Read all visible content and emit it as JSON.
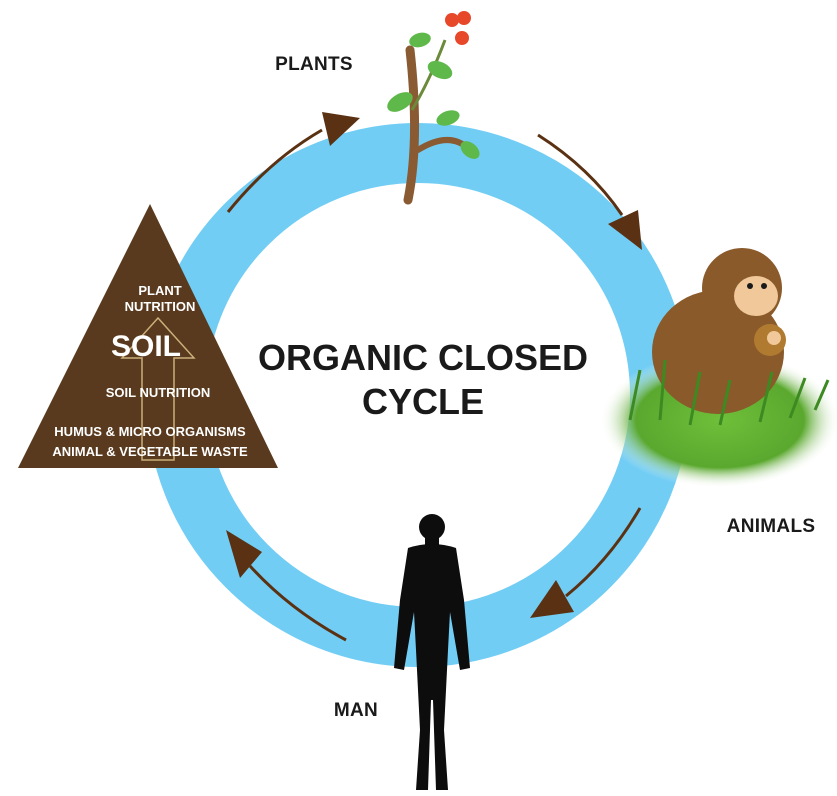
{
  "center_title": [
    "ORGANIC CLOSED",
    "CYCLE"
  ],
  "nodes": {
    "plants": "PLANTS",
    "animals": "ANIMALS",
    "man": "MAN"
  },
  "soil_triangle": {
    "plant_nutrition": [
      "PLANT",
      "NUTRITION"
    ],
    "soil": "SOIL",
    "soil_nutrition": "SOIL NUTRITION",
    "humus": "HUMUS & MICRO ORGANISMS",
    "waste": "ANIMAL & VEGETABLE WASTE"
  },
  "colors": {
    "ring": "#72cdf4",
    "soil_brown": "#5a3a1e",
    "arrow_brown": "#5a3213",
    "silhouette": "#0d0d0d"
  }
}
